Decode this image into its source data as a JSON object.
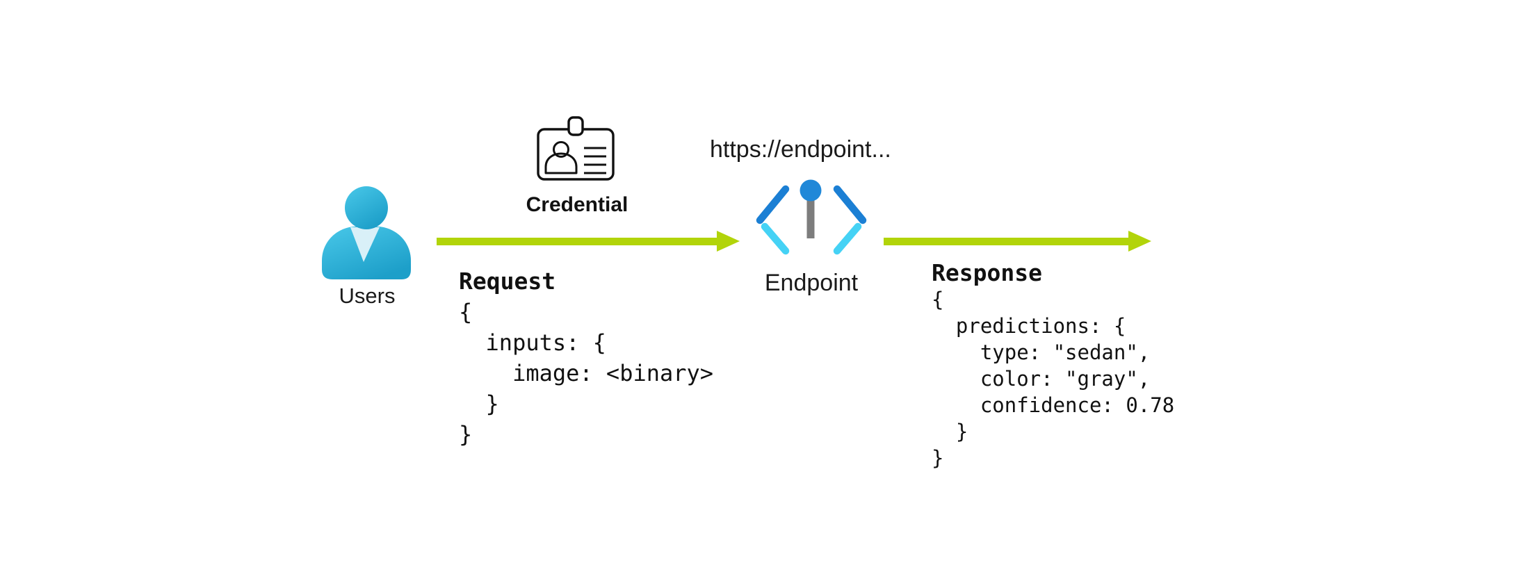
{
  "diagram": {
    "title_semantic": "online-endpoint-invocation-flow",
    "nodes": {
      "users": {
        "label": "Users"
      },
      "credential": {
        "label": "Credential"
      },
      "endpoint": {
        "label": "Endpoint",
        "url": "https://endpoint..."
      }
    },
    "request": {
      "title": "Request",
      "code": "{\n  inputs: {\n    image: <binary>\n  }\n}"
    },
    "response": {
      "title": "Response",
      "code": "{\n  predictions: {\n    type: \"sedan\",\n    color: \"gray\",\n    confidence: 0.78\n  }\n}"
    },
    "icons": {
      "users": "user-person-icon",
      "credential": "id-badge-icon",
      "endpoint": "code-brackets-pin-icon",
      "flow": "right-arrow-icon"
    },
    "colors": {
      "arrow_green": "#b2d40a",
      "bracket_blue": "#1b7fd4",
      "bracket_cyan": "#45d2f5",
      "pin_circle_blue": "#2088d8",
      "pin_stem_gray": "#7d7d7d",
      "user_gradient_top": "#49c8e9",
      "user_gradient_bottom": "#1d9fc9",
      "user_collar": "#d9f0f8",
      "outline_black": "#111111",
      "background": "#ffffff"
    }
  }
}
